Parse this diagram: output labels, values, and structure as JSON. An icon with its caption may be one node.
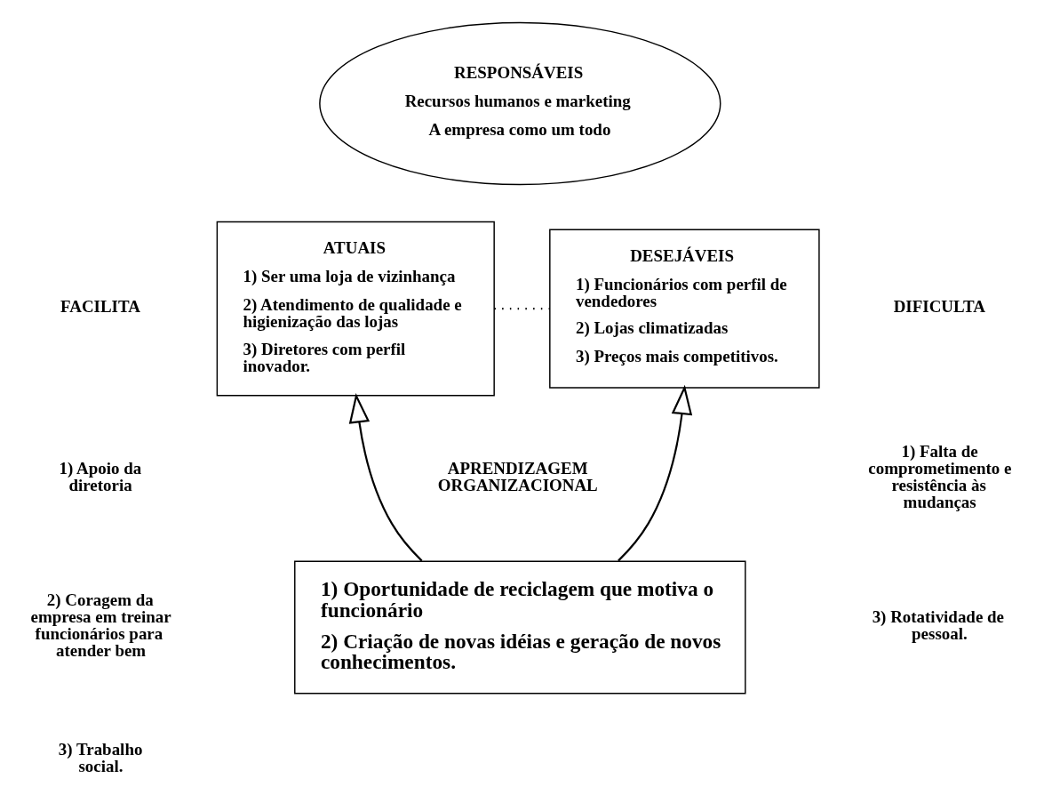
{
  "diagram": {
    "nodes": [
      {
        "text": [
          "RESPONSÁVEIS",
          "Recursos humanos e marketing",
          "A empresa como um todo"
        ]
      },
      {
        "text": [
          "ATUAIS",
          "1) Ser uma loja de vizinhança",
          "2) Atendimento de qualidade e higienização das lojas",
          "3) Diretores com perfil inovador."
        ]
      },
      {
        "text": [
          "DESEJÁVEIS",
          "1) Funcionários com perfil de vendedores",
          "2) Lojas climatizadas",
          "3) Preços mais competitivos."
        ]
      },
      {
        "text": [
          "1) Oportunidade de reciclagem que motiva o funcionário",
          "2) Criação de novas idéias e geração de novos conhecimentos."
        ]
      }
    ],
    "edges": [
      {
        "from": 1,
        "to": 2,
        "arrow": "none",
        "style": "dashed"
      },
      {
        "from": 3,
        "to": 1,
        "arrow": "to"
      },
      {
        "from": 3,
        "to": 2,
        "arrow": "to"
      }
    ],
    "labels": [
      "FACILITA",
      "1) Apoio da diretoria",
      "2) Coragem da empresa em treinar funcionários para atender bem",
      "3) Trabalho social.",
      "DIFICULTA",
      "1) Falta de comprometimento e resistência às mudanças",
      "3) Rotatividade de pessoal.",
      "APRENDIZAGEM ORGANIZACIONAL"
    ]
  }
}
